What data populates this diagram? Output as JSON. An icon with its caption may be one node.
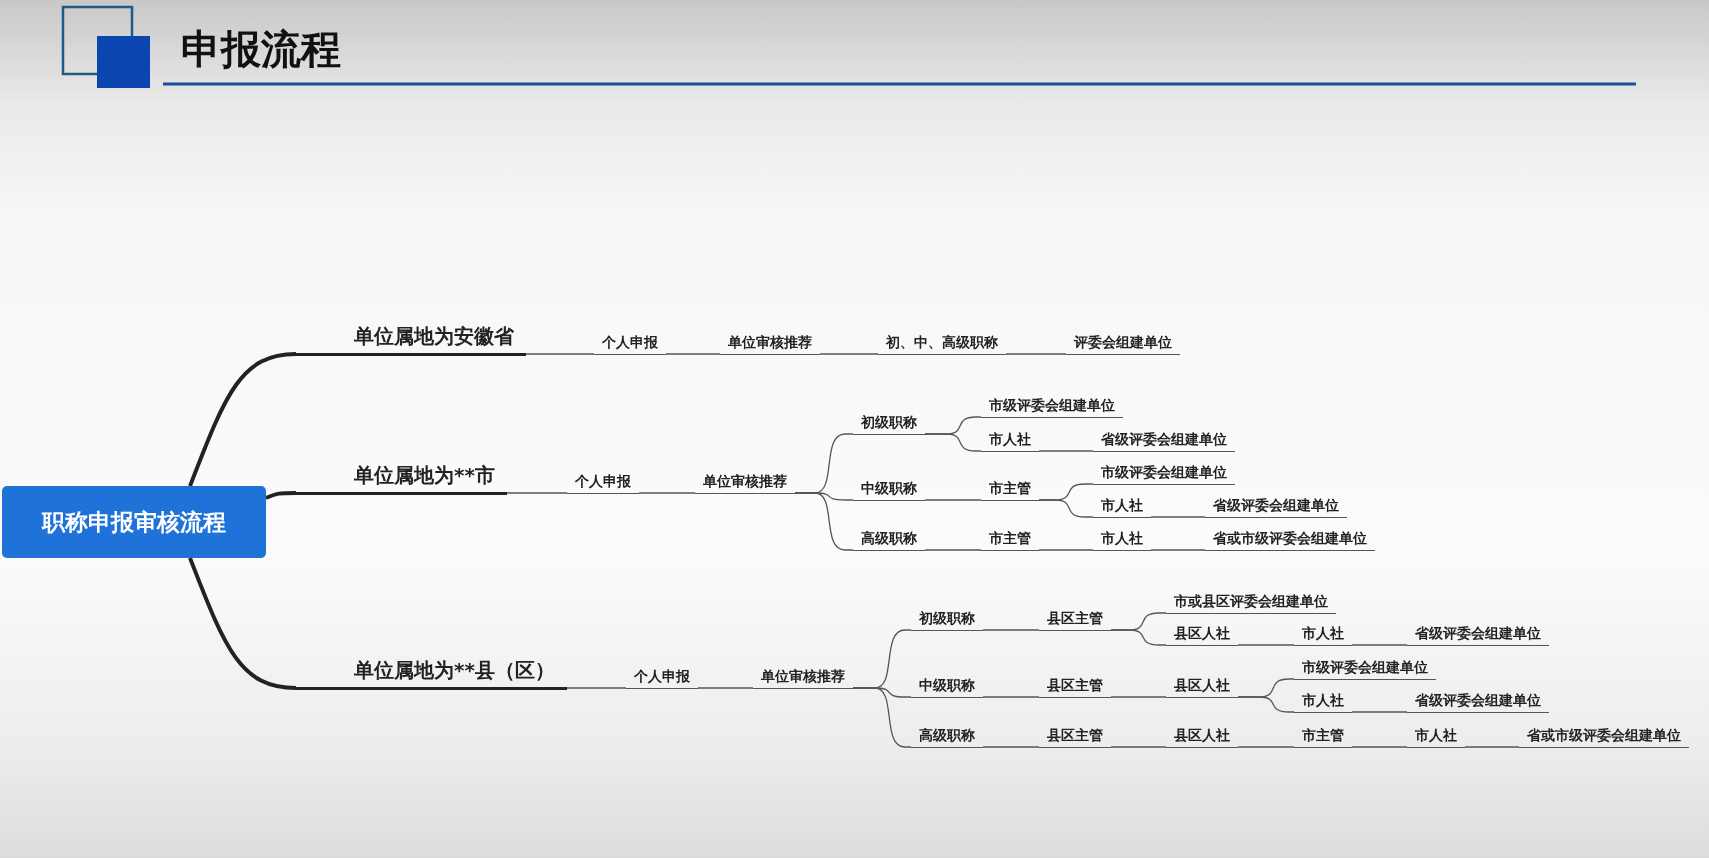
{
  "diagram": {
    "title": "申报流程",
    "nodes": [
      {
        "text": [
          "职称申报审核流程"
        ]
      },
      {
        "text": [
          "单位属地为安徽省"
        ]
      },
      {
        "text": [
          "个人申报"
        ]
      },
      {
        "text": [
          "单位审核推荐"
        ]
      },
      {
        "text": [
          "初、中、高级职称"
        ]
      },
      {
        "text": [
          "评委会组建单位"
        ]
      },
      {
        "text": [
          "单位属地为**市"
        ]
      },
      {
        "text": [
          "个人申报"
        ]
      },
      {
        "text": [
          "单位审核推荐"
        ]
      },
      {
        "text": [
          "初级职称"
        ]
      },
      {
        "text": [
          "市级评委会组建单位"
        ]
      },
      {
        "text": [
          "市人社"
        ]
      },
      {
        "text": [
          "省级评委会组建单位"
        ]
      },
      {
        "text": [
          "中级职称"
        ]
      },
      {
        "text": [
          "市主管"
        ]
      },
      {
        "text": [
          "市级评委会组建单位"
        ]
      },
      {
        "text": [
          "市人社"
        ]
      },
      {
        "text": [
          "省级评委会组建单位"
        ]
      },
      {
        "text": [
          "高级职称"
        ]
      },
      {
        "text": [
          "市主管"
        ]
      },
      {
        "text": [
          "市人社"
        ]
      },
      {
        "text": [
          "省或市级评委会组建单位"
        ]
      },
      {
        "text": [
          "单位属地为**县（区）"
        ]
      },
      {
        "text": [
          "个人申报"
        ]
      },
      {
        "text": [
          "单位审核推荐"
        ]
      },
      {
        "text": [
          "初级职称"
        ]
      },
      {
        "text": [
          "县区主管"
        ]
      },
      {
        "text": [
          "市或县区评委会组建单位"
        ]
      },
      {
        "text": [
          "县区人社"
        ]
      },
      {
        "text": [
          "市人社"
        ]
      },
      {
        "text": [
          "省级评委会组建单位"
        ]
      },
      {
        "text": [
          "中级职称"
        ]
      },
      {
        "text": [
          "县区主管"
        ]
      },
      {
        "text": [
          "县区人社"
        ]
      },
      {
        "text": [
          "市级评委会组建单位"
        ]
      },
      {
        "text": [
          "市人社"
        ]
      },
      {
        "text": [
          "省级评委会组建单位"
        ]
      },
      {
        "text": [
          "高级职称"
        ]
      },
      {
        "text": [
          "县区主管"
        ]
      },
      {
        "text": [
          "县区人社"
        ]
      },
      {
        "text": [
          "市主管"
        ]
      },
      {
        "text": [
          "市人社"
        ]
      },
      {
        "text": [
          "省或市级评委会组建单位"
        ]
      }
    ],
    "edges": [
      {
        "from": 0,
        "to": 1,
        "arrow": "none",
        "style": "thick"
      },
      {
        "from": 0,
        "to": 6,
        "arrow": "none",
        "style": "thick"
      },
      {
        "from": 0,
        "to": 22,
        "arrow": "none",
        "style": "thick"
      },
      {
        "from": 1,
        "to": 2,
        "arrow": "none"
      },
      {
        "from": 2,
        "to": 3,
        "arrow": "none"
      },
      {
        "from": 3,
        "to": 4,
        "arrow": "none"
      },
      {
        "from": 4,
        "to": 5,
        "arrow": "none"
      },
      {
        "from": 6,
        "to": 7,
        "arrow": "none"
      },
      {
        "from": 7,
        "to": 8,
        "arrow": "none"
      },
      {
        "from": 8,
        "to": 9,
        "arrow": "none"
      },
      {
        "from": 9,
        "to": 10,
        "arrow": "none"
      },
      {
        "from": 9,
        "to": 11,
        "arrow": "none"
      },
      {
        "from": 11,
        "to": 12,
        "arrow": "none"
      },
      {
        "from": 8,
        "to": 13,
        "arrow": "none"
      },
      {
        "from": 13,
        "to": 14,
        "arrow": "none"
      },
      {
        "from": 14,
        "to": 15,
        "arrow": "none"
      },
      {
        "from": 14,
        "to": 16,
        "arrow": "none"
      },
      {
        "from": 16,
        "to": 17,
        "arrow": "none"
      },
      {
        "from": 8,
        "to": 18,
        "arrow": "none"
      },
      {
        "from": 18,
        "to": 19,
        "arrow": "none"
      },
      {
        "from": 19,
        "to": 20,
        "arrow": "none"
      },
      {
        "from": 20,
        "to": 21,
        "arrow": "none"
      },
      {
        "from": 22,
        "to": 23,
        "arrow": "none"
      },
      {
        "from": 23,
        "to": 24,
        "arrow": "none"
      },
      {
        "from": 24,
        "to": 25,
        "arrow": "none"
      },
      {
        "from": 25,
        "to": 26,
        "arrow": "none"
      },
      {
        "from": 26,
        "to": 27,
        "arrow": "none"
      },
      {
        "from": 26,
        "to": 28,
        "arrow": "none"
      },
      {
        "from": 28,
        "to": 29,
        "arrow": "none"
      },
      {
        "from": 29,
        "to": 30,
        "arrow": "none"
      },
      {
        "from": 24,
        "to": 31,
        "arrow": "none"
      },
      {
        "from": 31,
        "to": 32,
        "arrow": "none"
      },
      {
        "from": 32,
        "to": 33,
        "arrow": "none"
      },
      {
        "from": 33,
        "to": 34,
        "arrow": "none"
      },
      {
        "from": 33,
        "to": 35,
        "arrow": "none"
      },
      {
        "from": 35,
        "to": 36,
        "arrow": "none"
      },
      {
        "from": 24,
        "to": 37,
        "arrow": "none"
      },
      {
        "from": 37,
        "to": 38,
        "arrow": "none"
      },
      {
        "from": 38,
        "to": 39,
        "arrow": "none"
      },
      {
        "from": 39,
        "to": 40,
        "arrow": "none"
      },
      {
        "from": 40,
        "to": 41,
        "arrow": "none"
      },
      {
        "from": 41,
        "to": 42,
        "arrow": "none"
      }
    ]
  }
}
